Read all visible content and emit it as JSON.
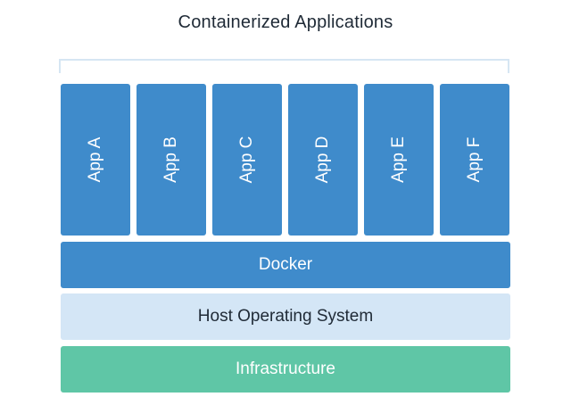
{
  "title": "Containerized Applications",
  "apps": [
    "App A",
    "App B",
    "App C",
    "App D",
    "App E",
    "App F"
  ],
  "layers": {
    "docker": "Docker",
    "host": "Host Operating System",
    "infrastructure": "Infrastructure"
  },
  "colors": {
    "app": "#3f8bcb",
    "docker": "#3f8bcb",
    "host": "#d4e6f6",
    "infrastructure": "#5fc6a6",
    "bracket": "#d6e6f3"
  }
}
